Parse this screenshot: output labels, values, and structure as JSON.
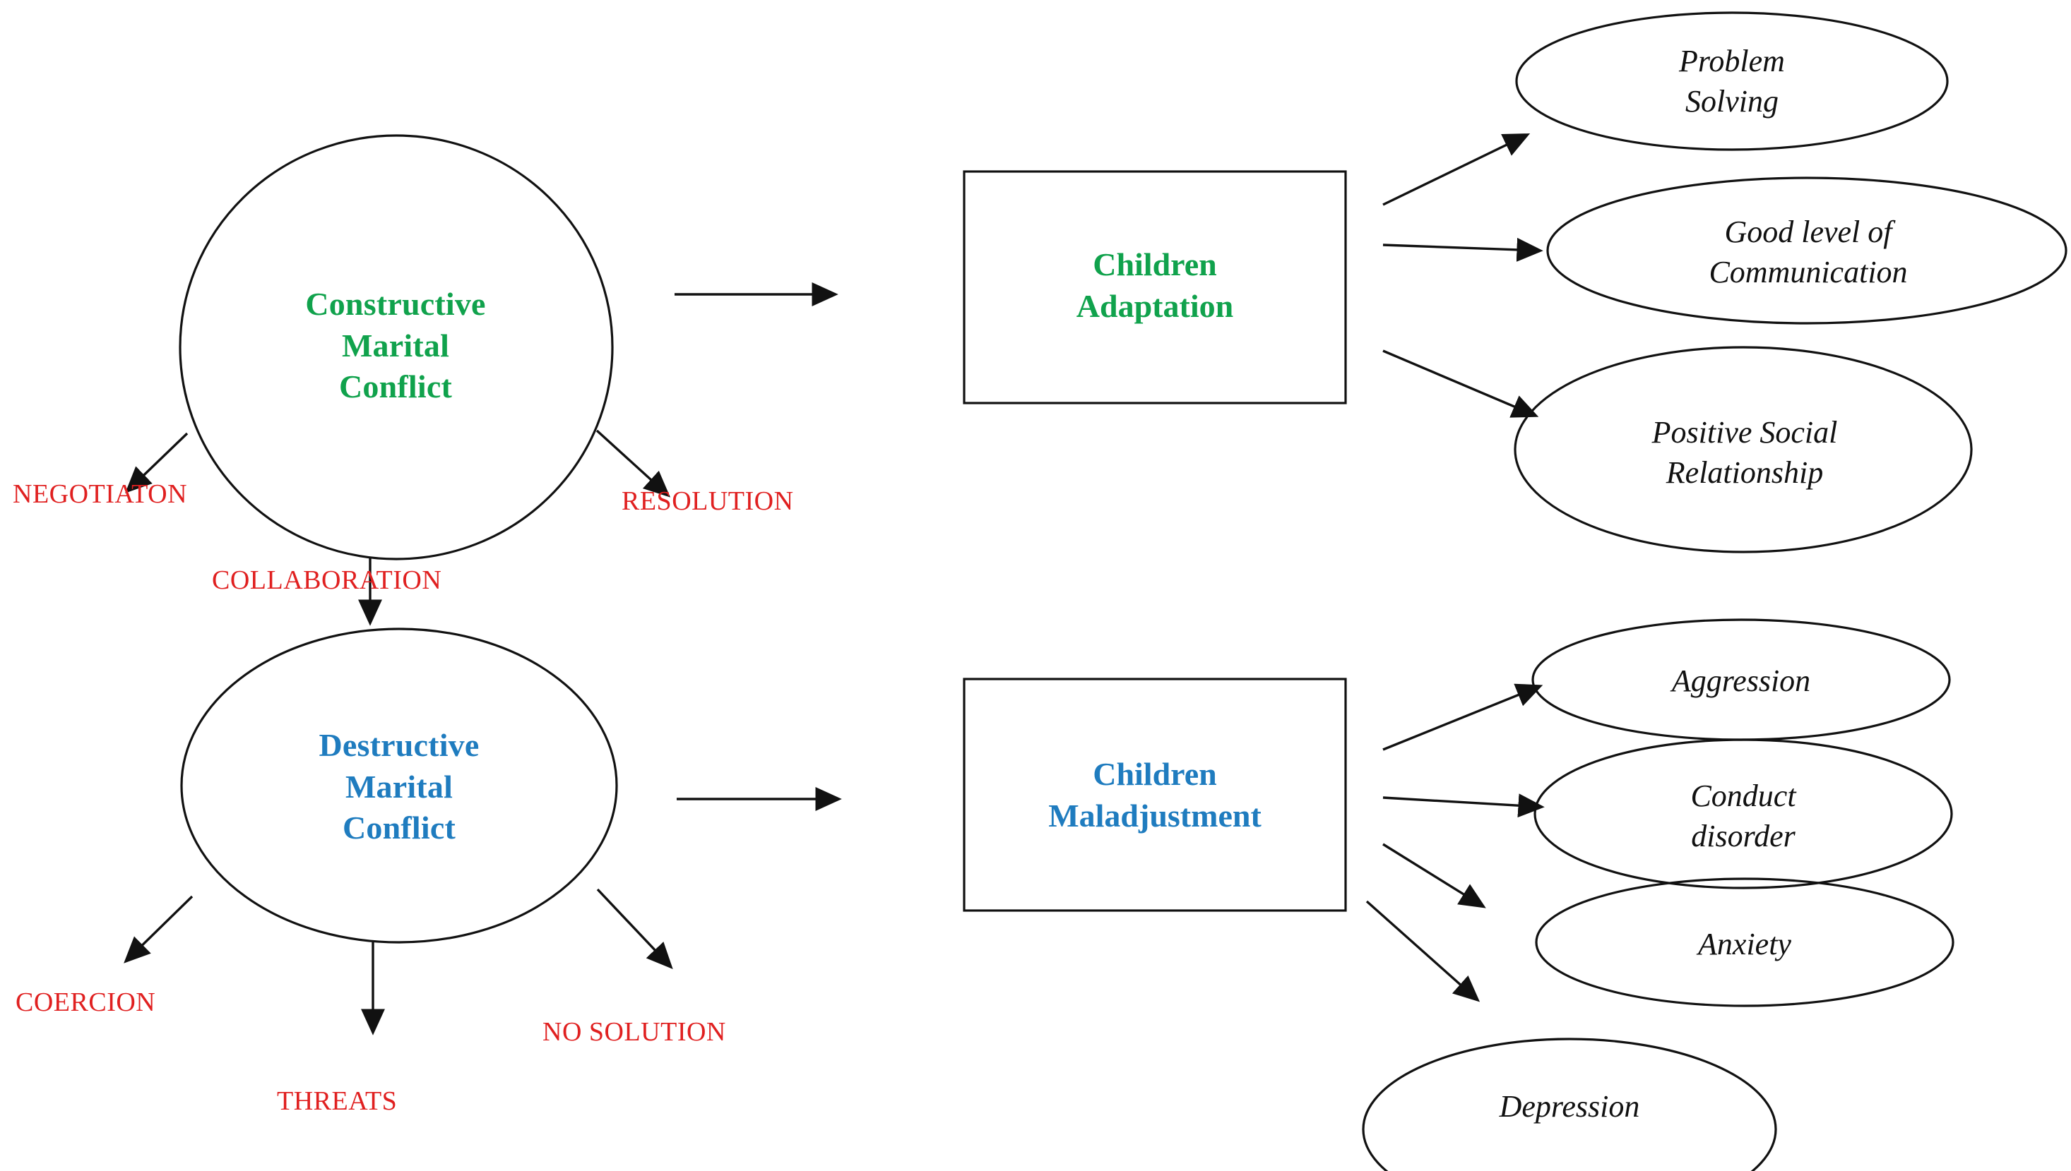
{
  "colors": {
    "constructive_green": "#10a24c",
    "destructive_blue": "#1f7cbf",
    "tactic_red": "#e02020",
    "stroke_black": "#111111",
    "background": "#ffffff"
  },
  "diagram": {
    "title": "Constructive and Destructive Marital Conflict and Children Outcomes",
    "branches": [
      {
        "id": "constructive",
        "source": {
          "shape": "ellipse",
          "label": "Constructive\nMarital\nConflict",
          "line1": "Constructive",
          "line2": "Marital",
          "line3": "Conflict",
          "color": "#10a24c"
        },
        "tactics": [
          {
            "label": "NEGOTIATON",
            "color": "#e02020"
          },
          {
            "label": "COLLABORATION",
            "color": "#e02020"
          },
          {
            "label": "RESOLUTION",
            "color": "#e02020"
          }
        ],
        "outcome_box": {
          "shape": "rectangle",
          "line1": "Children",
          "line2": "Adaptation",
          "color": "#10a24c"
        },
        "outcomes": [
          {
            "line1": "Problem",
            "line2": "Solving"
          },
          {
            "line1": "Good level of",
            "line2": "Communication"
          },
          {
            "line1": "Positive Social",
            "line2": "Relationship"
          }
        ]
      },
      {
        "id": "destructive",
        "source": {
          "shape": "ellipse",
          "label": "Destructive\nMarital\nConflict",
          "line1": "Destructive",
          "line2": "Marital",
          "line3": "Conflict",
          "color": "#1f7cbf"
        },
        "tactics": [
          {
            "label": "COERCION",
            "color": "#e02020"
          },
          {
            "label": "THREATS",
            "color": "#e02020"
          },
          {
            "label": "NO SOLUTION",
            "color": "#e02020"
          }
        ],
        "outcome_box": {
          "shape": "rectangle",
          "line1": "Children",
          "line2": "Maladjustment",
          "color": "#1f7cbf"
        },
        "outcomes": [
          {
            "line1": "Aggression",
            "line2": ""
          },
          {
            "line1": "Conduct",
            "line2": "disorder"
          },
          {
            "line1": "Anxiety",
            "line2": ""
          },
          {
            "line1": "Depression",
            "line2": ""
          }
        ]
      }
    ]
  }
}
